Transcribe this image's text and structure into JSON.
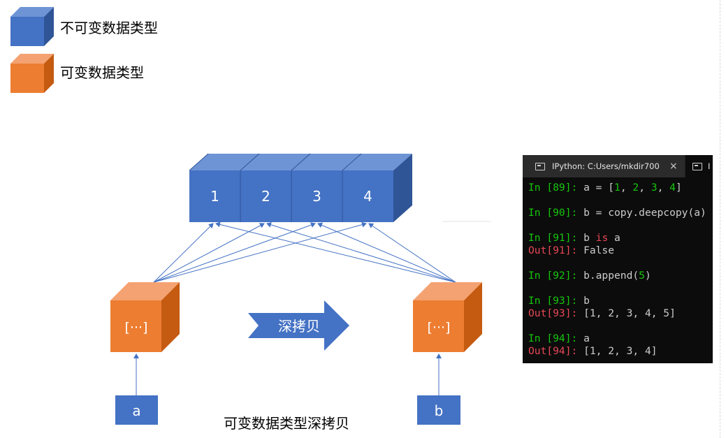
{
  "legend": {
    "immutable_label": "不可变数据类型",
    "mutable_label": "可变数据类型"
  },
  "diagram": {
    "elements": [
      "1",
      "2",
      "3",
      "4"
    ],
    "container_label": "[···]",
    "arrow_label": "深拷贝",
    "var_a": "a",
    "var_b": "b",
    "caption": "可变数据类型深拷贝"
  },
  "colors": {
    "immutable_front": "#4472c4",
    "immutable_top": "#6f94d6",
    "immutable_side": "#2f5597",
    "mutable_front": "#ed7d31",
    "mutable_top": "#f4a271",
    "mutable_side": "#c55a11",
    "arrow_blue": "#4472c4"
  },
  "terminal": {
    "tab_title": "IPython: C:Users/mkdir700",
    "tab_close": "×",
    "tab2_title": "I",
    "lines": [
      {
        "prompt": "In [89]: ",
        "segs": [
          [
            "t",
            "a = ["
          ],
          [
            "n",
            "1"
          ],
          [
            "t",
            ", "
          ],
          [
            "n",
            "2"
          ],
          [
            "t",
            ", "
          ],
          [
            "n",
            "3"
          ],
          [
            "t",
            ", "
          ],
          [
            "n",
            "4"
          ],
          [
            "t",
            "]"
          ]
        ]
      },
      {
        "blank": true
      },
      {
        "prompt": "In [90]: ",
        "segs": [
          [
            "t",
            "b = copy.deepcopy(a)"
          ]
        ]
      },
      {
        "blank": true
      },
      {
        "prompt": "In [91]: ",
        "segs": [
          [
            "t",
            "b "
          ],
          [
            "k",
            "is"
          ],
          [
            "t",
            " a"
          ]
        ]
      },
      {
        "out": "Out[91]: ",
        "segs": [
          [
            "t",
            "False"
          ]
        ]
      },
      {
        "blank": true
      },
      {
        "prompt": "In [92]: ",
        "segs": [
          [
            "t",
            "b.append("
          ],
          [
            "n",
            "5"
          ],
          [
            "t",
            ")"
          ]
        ]
      },
      {
        "blank": true
      },
      {
        "prompt": "In [93]: ",
        "segs": [
          [
            "t",
            "b"
          ]
        ]
      },
      {
        "out": "Out[93]: ",
        "segs": [
          [
            "t",
            "[1, 2, 3, 4, 5]"
          ]
        ]
      },
      {
        "blank": true
      },
      {
        "prompt": "In [94]: ",
        "segs": [
          [
            "t",
            "a"
          ]
        ]
      },
      {
        "out": "Out[94]: ",
        "segs": [
          [
            "t",
            "[1, 2, 3, 4]"
          ]
        ]
      }
    ]
  }
}
